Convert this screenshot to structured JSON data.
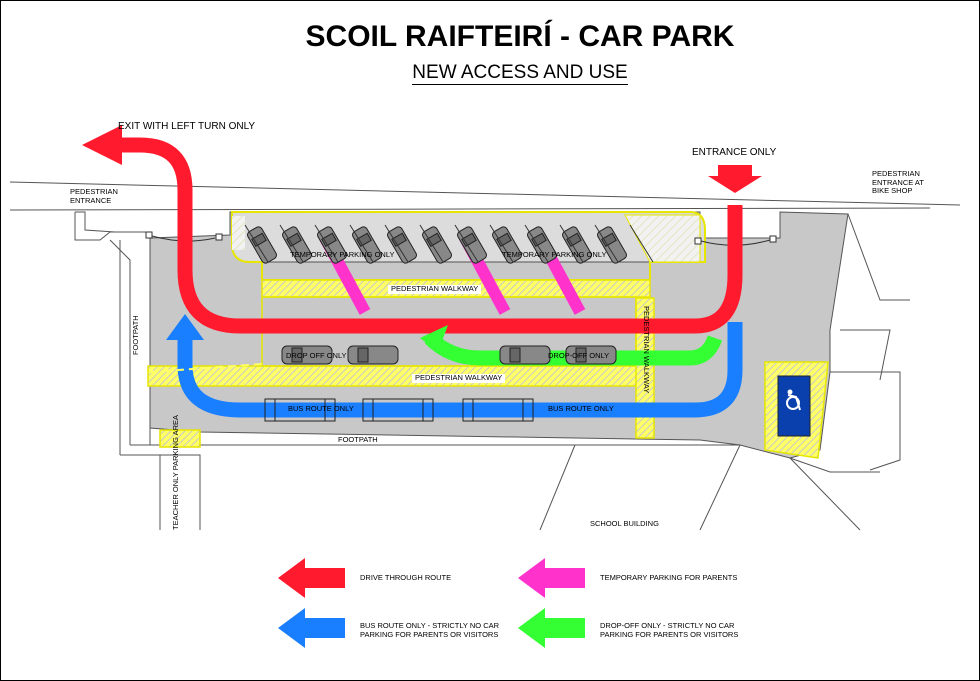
{
  "title": "SCOIL RAIFTEIRÍ - CAR PARK",
  "subtitle": "NEW ACCESS AND USE",
  "labels": {
    "exit": "EXIT WITH LEFT TURN ONLY",
    "entrance_only": "ENTRANCE ONLY",
    "pedestrian_entrance": "PEDESTRIAN\nENTRANCE",
    "pedestrian_entrance_bike_line1": "PEDESTRIAN",
    "pedestrian_entrance_bike_line2": "ENTRANCE AT",
    "pedestrian_entrance_bike_line3": "BIKE SHOP",
    "pedestrian_entrance_left_line1": "PEDESTRIAN",
    "pedestrian_entrance_left_line2": "ENTRANCE",
    "footpath_vertical": "FOOTPATH",
    "footpath_bottom": "FOOTPATH",
    "temporary_parking_1": "TEMPORARY PARKING ONLY",
    "temporary_parking_2": "TEMPORARY PARKING ONLY",
    "pedestrian_walkway_top": "PEDESTRIAN WALKWAY",
    "pedestrian_walkway_bottom": "PEDESTRIAN WALKWAY",
    "pedestrian_walkway_vertical": "PEDESTRIAN WALKWAY",
    "drop_off_1": "DROP OFF ONLY",
    "drop_off_2": "DROP-OFF ONLY",
    "bus_route_1": "BUS ROUTE ONLY",
    "bus_route_2": "BUS ROUTE ONLY",
    "school_building": "SCHOOL BUILDING",
    "teacher_parking": "TEACHER ONLY PARKING AREA"
  },
  "legend": [
    {
      "color": "#ff1a2e",
      "line1": "DRIVE THROUGH ROUTE",
      "line2": ""
    },
    {
      "color": "#ff33cc",
      "line1": "TEMPORARY PARKING FOR PARENTS",
      "line2": ""
    },
    {
      "color": "#1a7fff",
      "line1": "BUS ROUTE ONLY - STRICTLY NO CAR",
      "line2": "PARKING FOR PARENTS OR VISITORS"
    },
    {
      "color": "#33ff33",
      "line1": "DROP-OFF ONLY - STRICTLY NO CAR",
      "line2": "PARKING FOR PARENTS OR VISITORS"
    }
  ],
  "colors": {
    "drive_through": "#ff1a2e",
    "temporary_parking": "#ff33cc",
    "bus_route": "#1a7fff",
    "drop_off": "#33ff33",
    "walkway": "#ffff66",
    "tarmac": "#c8c8c8",
    "disabled_bay": "#0a3fae"
  },
  "icons": {
    "disabled_parking": "wheelchair-icon"
  }
}
